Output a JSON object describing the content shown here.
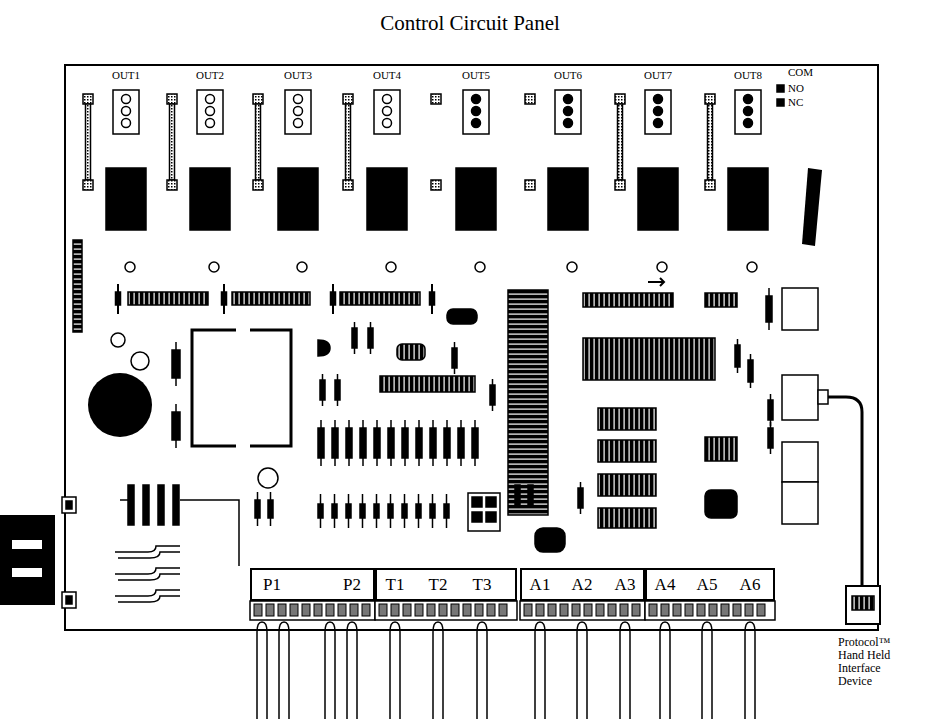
{
  "diagram": {
    "title": "Control Circuit Panel",
    "nodes": [
      {
        "text": [
          "P1",
          "P2"
        ]
      },
      {
        "text": [
          "T1",
          "T2",
          "T3"
        ]
      },
      {
        "text": [
          "A1",
          "A2",
          "A3"
        ]
      },
      {
        "text": [
          "A4",
          "A5",
          "A6"
        ]
      },
      {
        "text": [
          "Protocol™ Hand Held Interface Device"
        ]
      }
    ],
    "labels": [
      "OUT1",
      "OUT2",
      "OUT3",
      "OUT4",
      "OUT5",
      "OUT6",
      "OUT7",
      "OUT8",
      "COM",
      "NO",
      "NC"
    ]
  }
}
